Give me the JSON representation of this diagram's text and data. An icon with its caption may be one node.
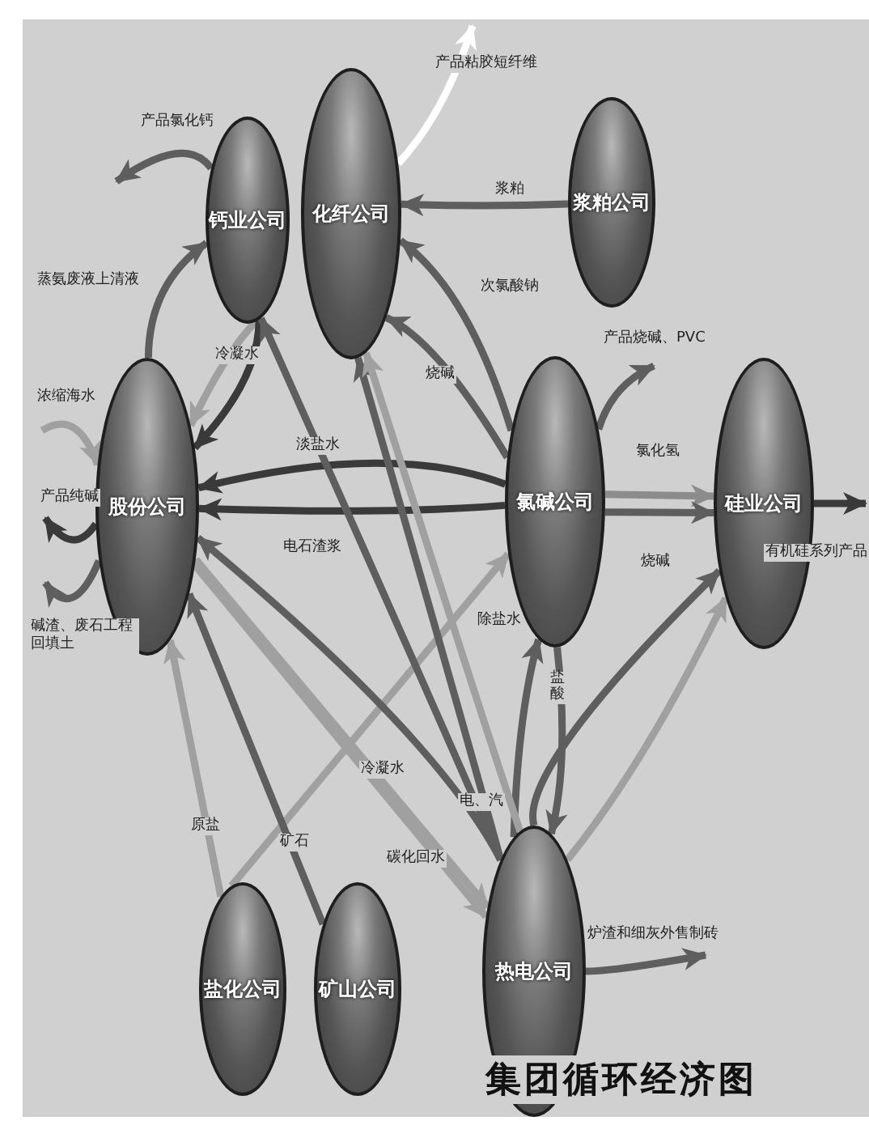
{
  "diagram": {
    "title": "集团循环经济图",
    "nodes": [
      {
        "text": [
          "钙业公司"
        ]
      },
      {
        "text": [
          "化纤公司"
        ]
      },
      {
        "text": [
          "浆粕公司"
        ]
      },
      {
        "text": [
          "股份公司"
        ]
      },
      {
        "text": [
          "氯碱公司"
        ]
      },
      {
        "text": [
          "硅业公司"
        ]
      },
      {
        "text": [
          "盐化公司"
        ]
      },
      {
        "text": [
          "矿山公司"
        ]
      },
      {
        "text": [
          "热电公司"
        ]
      }
    ],
    "edges": [
      {
        "from": 1,
        "to": null,
        "arrow": "to",
        "label": "产品粘胶短纤维",
        "color": "#ffffff"
      },
      {
        "from": 0,
        "to": null,
        "arrow": "to",
        "label": "产品氯化钙"
      },
      {
        "from": 2,
        "to": 1,
        "arrow": "to",
        "label": "浆粕"
      },
      {
        "from": 4,
        "to": 1,
        "arrow": "to",
        "label": "次氯酸钠"
      },
      {
        "from": 4,
        "to": 1,
        "arrow": "to",
        "label": "烧碱"
      },
      {
        "from": 4,
        "to": null,
        "arrow": "to",
        "label": "产品烧碱、PVC"
      },
      {
        "from": 4,
        "to": 5,
        "arrow": "to",
        "label": "氯化氢",
        "color": "#8c8c8c"
      },
      {
        "from": 4,
        "to": 5,
        "arrow": "to",
        "label": "烧碱"
      },
      {
        "from": 5,
        "to": null,
        "arrow": "to",
        "label": "有机硅系列产品",
        "color": "#3a3a3a"
      },
      {
        "from": 4,
        "to": 3,
        "arrow": "to",
        "label": "淡盐水",
        "color": "#3a3a3a"
      },
      {
        "from": 4,
        "to": 3,
        "arrow": "to",
        "label": "电石渣浆",
        "color": "#3a3a3a"
      },
      {
        "from": 3,
        "to": 0,
        "arrow": "to",
        "label": "蒸氨废液上清液"
      },
      {
        "from": 0,
        "to": 3,
        "arrow": "to",
        "label": "冷凝水",
        "color": "#a0a0a0"
      },
      {
        "from": 0,
        "to": 3,
        "arrow": "to",
        "color": "#3a3a3a"
      },
      {
        "from": null,
        "to": 3,
        "arrow": "to",
        "label": "浓缩海水",
        "color": "#a0a0a0"
      },
      {
        "from": 3,
        "to": null,
        "arrow": "to",
        "label": "产品纯碱",
        "color": "#3a3a3a"
      },
      {
        "from": 3,
        "to": null,
        "arrow": "to",
        "label": "碱渣、废石工程回填土"
      },
      {
        "from": 6,
        "to": 3,
        "arrow": "to",
        "label": "原盐",
        "color": "#a0a0a0"
      },
      {
        "from": 6,
        "to": 4,
        "arrow": "to",
        "color": "#a0a0a0"
      },
      {
        "from": 7,
        "to": 3,
        "arrow": "to",
        "label": "矿石"
      },
      {
        "from": 3,
        "to": 8,
        "arrow": "to",
        "label": "冷凝水",
        "color": "#a0a0a0"
      },
      {
        "from": 3,
        "to": 8,
        "arrow": "to",
        "label": "碳化回水",
        "color": "#a0a0a0"
      },
      {
        "from": 8,
        "to": null,
        "arrow": "to",
        "label": "炉渣和细灰外售制砖"
      },
      {
        "from": 8,
        "to": 1,
        "arrow": "to",
        "label": "电、汽"
      },
      {
        "from": 8,
        "to": 0,
        "arrow": "to"
      },
      {
        "from": 8,
        "to": 3,
        "arrow": "to"
      },
      {
        "from": 8,
        "to": 5,
        "arrow": "to"
      },
      {
        "from": 8,
        "to": 4,
        "arrow": "to",
        "label": "除盐水"
      },
      {
        "from": 4,
        "to": 8,
        "arrow": "to",
        "label": "盐酸"
      },
      {
        "from": 8,
        "to": 5,
        "arrow": "to",
        "color": "#a0a0a0"
      },
      {
        "from": 8,
        "to": 1,
        "arrow": "to",
        "color": "#a0a0a0"
      }
    ]
  }
}
